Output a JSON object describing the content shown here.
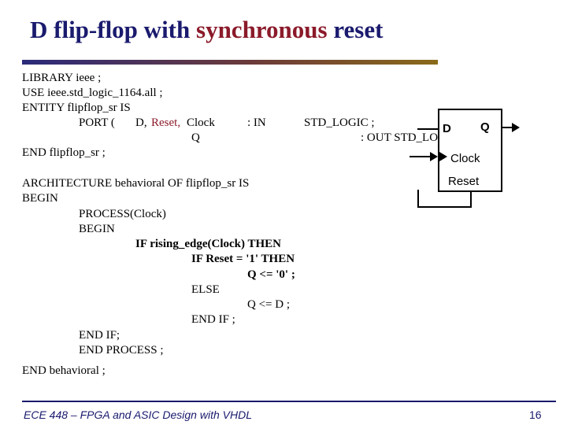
{
  "slide": {
    "title_part1": "D flip-flop with ",
    "title_accent": "synchronous",
    "title_part2": " reset",
    "colors": {
      "title": "#1a1a6e",
      "accent": "#8b1a2a",
      "footer": "#1a1a6e"
    }
  },
  "code": {
    "l1": "LIBRARY ieee ;",
    "l2": "USE ieee.std_logic_1164.all ;",
    "l3": "ENTITY flipflop_sr IS",
    "l4a": "PORT (",
    "l4b": "D,",
    "l4c": "Reset,",
    "l4d": "Clock",
    "l4e": ": IN",
    "l4f": "STD_LOGIC ;",
    "l5a": "Q",
    "l5b": ": OUT  STD_LOGIC) ;",
    "l6": "END flipflop_sr ;",
    "l7": "ARCHITECTURE behavioral OF flipflop_sr IS",
    "l8": "BEGIN",
    "l9": "PROCESS(Clock)",
    "l10": "BEGIN",
    "l11": "IF rising_edge(Clock) THEN",
    "l12": "IF Reset = '1' THEN",
    "l13": "Q <= '0' ;",
    "l14": "ELSE",
    "l15": "Q <= D ;",
    "l16": "END IF ;",
    "l17": "END IF;",
    "l18": "END PROCESS ;",
    "l19": "END behavioral ;"
  },
  "diagram": {
    "d": "D",
    "q": "Q",
    "clock": "Clock",
    "reset": "Reset"
  },
  "footer": {
    "course": "ECE 448 – FPGA and ASIC Design with VHDL",
    "page": "16"
  }
}
